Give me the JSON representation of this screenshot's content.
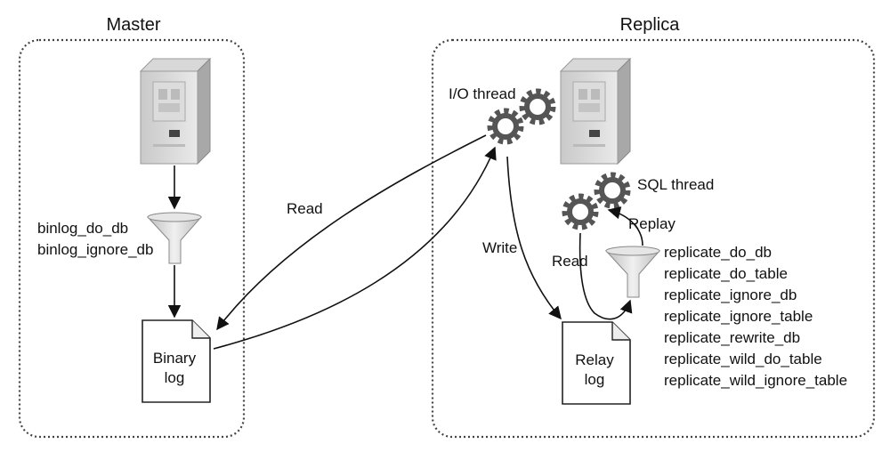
{
  "master": {
    "title": "Master",
    "filter_labels": [
      "binlog_do_db",
      "binlog_ignore_db"
    ],
    "binary_log": {
      "line1": "Binary",
      "line2": "log"
    }
  },
  "replica": {
    "title": "Replica",
    "io_thread_label": "I/O thread",
    "sql_thread_label": "SQL thread",
    "relay_log": {
      "line1": "Relay",
      "line2": "log"
    },
    "filter_labels": [
      "replicate_do_db",
      "replicate_do_table",
      "replicate_ignore_db",
      "replicate_ignore_table",
      "replicate_rewrite_db",
      "replicate_wild_do_table",
      "replicate_wild_ignore_table"
    ]
  },
  "edges": {
    "read": "Read",
    "write": "Write",
    "read_relay": "Read",
    "replay": "Replay"
  }
}
